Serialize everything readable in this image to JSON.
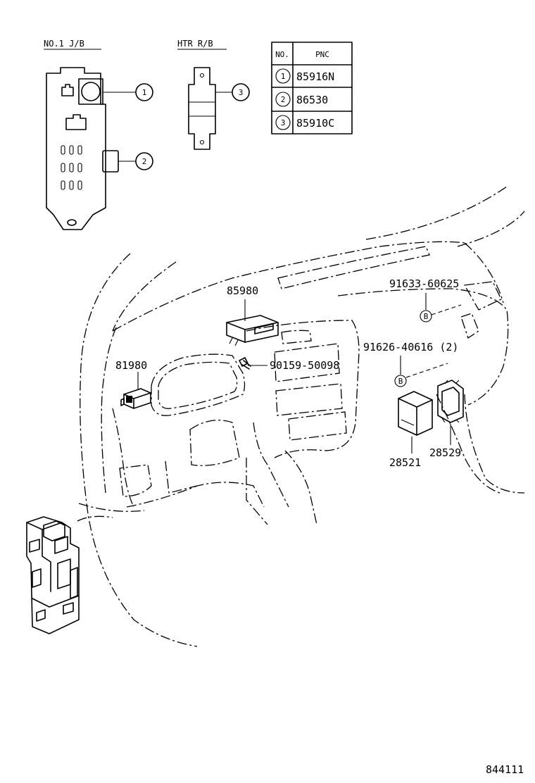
{
  "headers": {
    "jb": "NO.1 J/B",
    "hrb": "HTR R/B"
  },
  "pnc_table": {
    "col_no": "NO.",
    "col_pnc": "PNC",
    "rows": [
      {
        "no": "1",
        "pnc": "85916N"
      },
      {
        "no": "2",
        "pnc": "86530"
      },
      {
        "no": "3",
        "pnc": "85910C"
      }
    ]
  },
  "callouts": {
    "c1": "1",
    "c2": "2",
    "c3": "3",
    "b1": "B",
    "b2": "B"
  },
  "parts": {
    "p85980": "85980",
    "p81980": "81980",
    "p90159": "90159-50098",
    "p91633": "91633-60625",
    "p91626": "91626-40616 (2)",
    "p28521": "28521",
    "p28529": "28529"
  },
  "figure_id": "844111"
}
